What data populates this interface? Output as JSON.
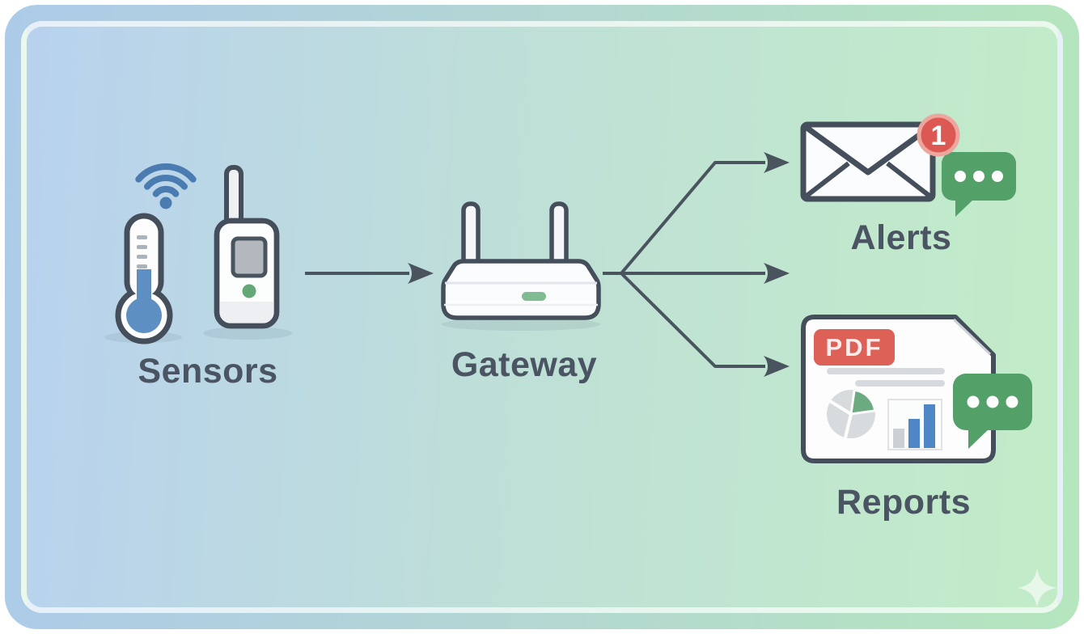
{
  "title": "IoT data flow diagram",
  "nodes": {
    "sensors": {
      "label": "Sensors",
      "icons": [
        "wifi-signal",
        "thermometer",
        "handheld-sensor-device"
      ]
    },
    "gateway": {
      "label": "Gateway",
      "icons": [
        "wireless-router"
      ]
    },
    "alerts": {
      "label": "Alerts",
      "badge_count": "1",
      "icons": [
        "envelope",
        "notification-badge",
        "chat-bubble"
      ]
    },
    "reports": {
      "label": "Reports",
      "file_badge": "PDF",
      "icons": [
        "pdf-document",
        "pie-chart",
        "bar-chart",
        "chat-bubble"
      ]
    }
  },
  "edges": [
    {
      "from": "sensors",
      "to": "gateway"
    },
    {
      "from": "gateway",
      "to": "alerts"
    },
    {
      "from": "gateway",
      "to": "middle-right"
    },
    {
      "from": "gateway",
      "to": "reports"
    }
  ],
  "colors": {
    "bg_left": "#b8d2ee",
    "bg_right": "#c2ecc8",
    "outline_dark": "#454f5b",
    "label_text": "#4a5462",
    "arrow": "#4a545f",
    "wifi_blue": "#4a7bb1",
    "mercury_blue": "#5e8fc2",
    "bar_blue": "#4f86c6",
    "bubble_green": "#54a069",
    "led_green": "#7fbc91",
    "pie_green": "#6cab80",
    "badge_red": "#dc5a53",
    "pdf_red": "#dd6157"
  }
}
